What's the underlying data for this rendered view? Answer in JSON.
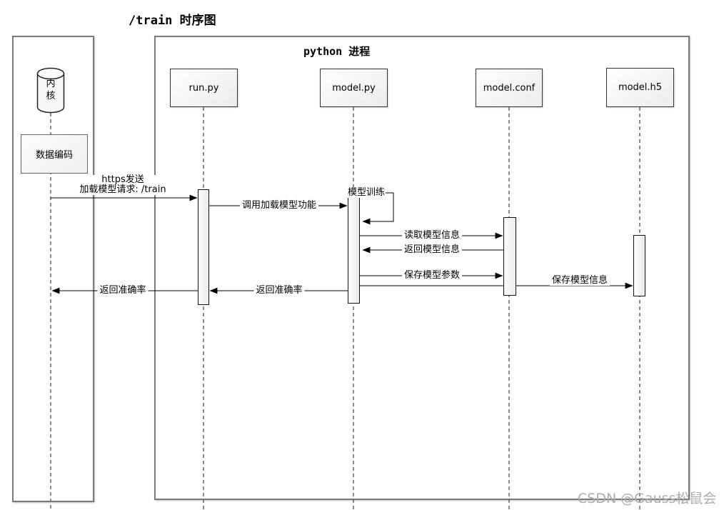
{
  "title": "/train 时序图",
  "frames": {
    "kernel": {
      "label": ""
    },
    "python": {
      "label": "python 进程"
    }
  },
  "participants": {
    "kernel": {
      "label": "内核",
      "type": "database"
    },
    "data_encode": {
      "label": "数据编码"
    },
    "run_py": {
      "label": "run.py"
    },
    "model_py": {
      "label": "model.py"
    },
    "model_conf": {
      "label": "model.conf"
    },
    "model_h5": {
      "label": "model.h5"
    }
  },
  "messages": [
    {
      "line1": "https发送",
      "line2": "加载模型请求: /train",
      "from": "内核",
      "to": "run.py"
    },
    {
      "label": "调用加载模型功能",
      "from": "run.py",
      "to": "model.py"
    },
    {
      "label": "模型训练",
      "from": "model.py",
      "to": "model.py",
      "type": "self"
    },
    {
      "label": "读取模型信息",
      "from": "model.py",
      "to": "model.conf"
    },
    {
      "label": "返回模型信息",
      "from": "model.conf",
      "to": "model.py"
    },
    {
      "label": "保存模型参数",
      "from": "model.py",
      "to": "model.conf"
    },
    {
      "label": "保存模型信息",
      "from": "model.py",
      "to": "model.h5"
    },
    {
      "label": "返回准确率",
      "from": "model.py",
      "to": "run.py"
    },
    {
      "label": "返回准确率",
      "from": "run.py",
      "to": "内核"
    }
  ],
  "watermark": {
    "text": "CSDN @Gauss松鼠会"
  },
  "colors": {
    "line": "#000000",
    "frame_border": "#7a7a7a",
    "box_fill_light": "#ececec",
    "watermark": "#adadad"
  }
}
